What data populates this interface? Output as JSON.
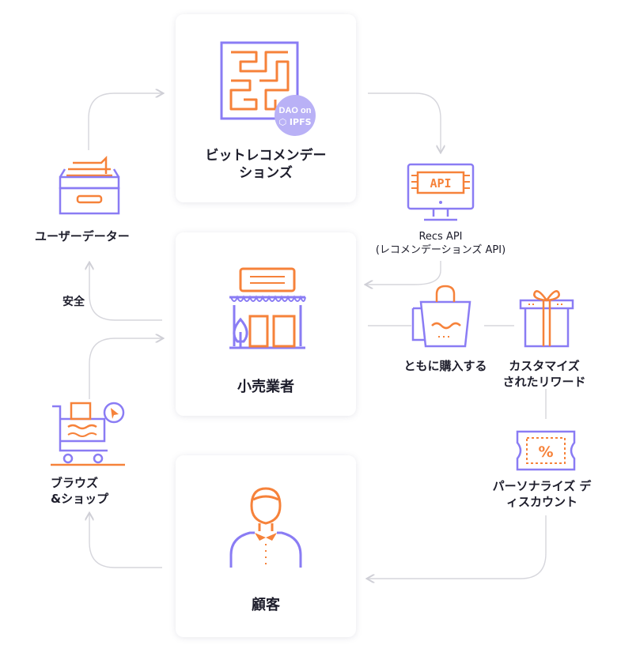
{
  "colors": {
    "purple": "#8a7cf4",
    "orange": "#f6823a",
    "lavender": "#b9b1f6",
    "arrow": "#d0d0d6",
    "text": "#1d1d2b"
  },
  "cards": {
    "bitrec": {
      "line1": "ビットレコメンデー",
      "line2": "ションズ",
      "badge_line1": "DAO on",
      "badge_line2": "⬡ IPFS",
      "icon": "maze-icon"
    },
    "retailer": {
      "label": "小売業者",
      "icon": "storefront-icon"
    },
    "customer": {
      "label": "顧客",
      "icon": "person-icon"
    }
  },
  "nodes": {
    "user_data": {
      "label": "ユーザーデーター",
      "icon": "file-drawer-icon"
    },
    "safe": {
      "label": "安全"
    },
    "browse_shop": {
      "line1": "ブラウズ",
      "line2": "&ショップ",
      "icon": "shopping-cart-icon"
    },
    "recs_api": {
      "line1": "Recs API",
      "line2": "(レコメンデーションズ API)",
      "icon": "monitor-api-icon",
      "screen_text": "API"
    },
    "buy_together": {
      "label": "ともに購入する",
      "icon": "shopping-bag-icon"
    },
    "custom_reward": {
      "line1": "カスタマイズ",
      "line2": "されたリワード",
      "icon": "gift-box-icon"
    },
    "discount": {
      "line1": "パーソナライズ デ",
      "line2": "ィスカウント",
      "icon": "coupon-icon",
      "symbol": "%"
    }
  }
}
